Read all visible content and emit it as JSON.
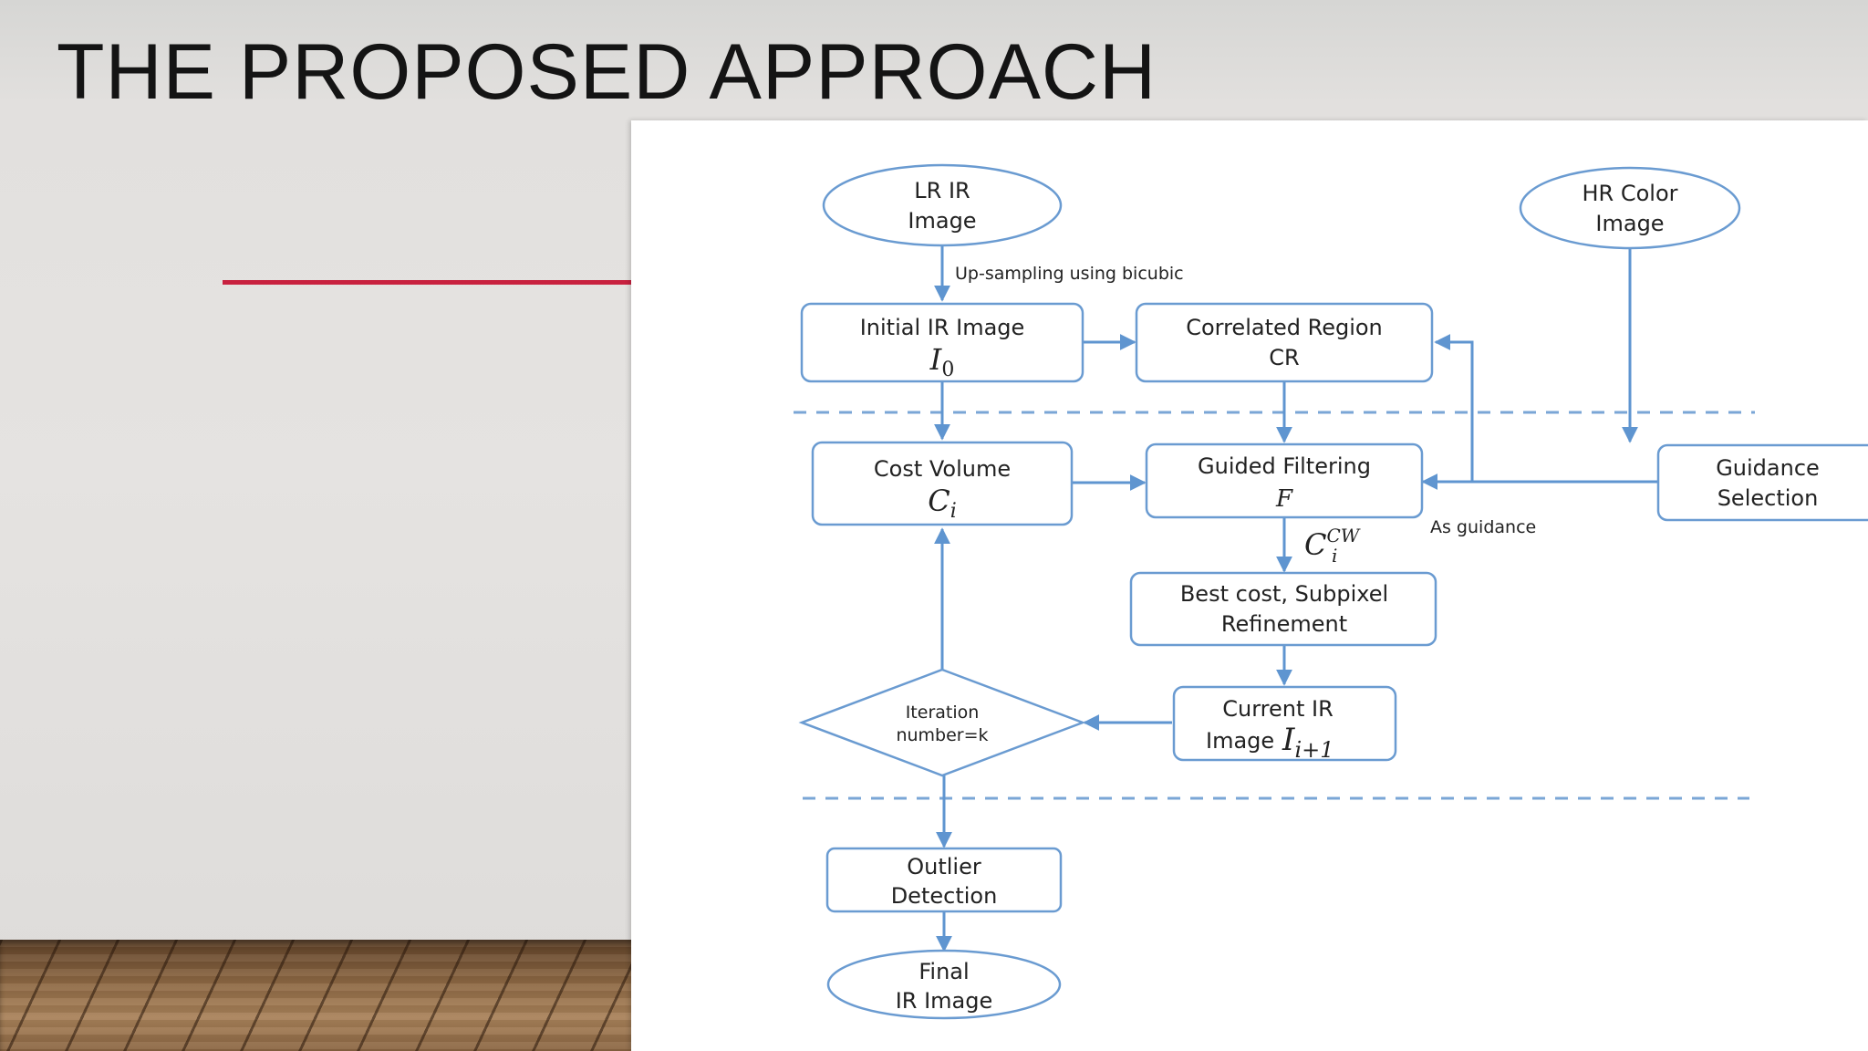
{
  "slide": {
    "title": "THE PROPOSED APPROACH",
    "accent_color": "#c8213f",
    "panel_background": "#ffffff"
  },
  "flowchart": {
    "nodes": {
      "lr_ir_image": {
        "line1": "LR IR",
        "line2": "Image"
      },
      "hr_color_image": {
        "line1": "HR Color",
        "line2": "Image"
      },
      "initial_ir_image": {
        "line1": "Initial IR Image",
        "symbol": "I",
        "subscript": "0"
      },
      "correlated_region": {
        "line1": "Correlated Region",
        "line2": "CR"
      },
      "cost_volume": {
        "line1": "Cost Volume",
        "symbol": "C",
        "subscript": "i"
      },
      "guided_filtering": {
        "line1": "Guided Filtering",
        "line2": "F"
      },
      "guidance_selection": {
        "line1": "Guidance",
        "line2": "Selection"
      },
      "best_cost": {
        "line1": "Best cost, Subpixel",
        "line2": "Refinement"
      },
      "current_ir_image": {
        "line1": "Current IR",
        "prefix": "Image",
        "symbol": "I",
        "subscript": "i+1"
      },
      "iteration_check": {
        "line1": "Iteration",
        "line2": "number=k"
      },
      "outlier_detection": {
        "line1": "Outlier",
        "line2": "Detection"
      },
      "final_ir_image": {
        "line1": "Final",
        "line2": "IR Image"
      }
    },
    "edge_labels": {
      "upsampling": "Up-sampling using bicubic",
      "as_guidance": "As guidance",
      "cost_weighted": {
        "symbol": "C",
        "subscript": "i",
        "superscript": "CW"
      }
    },
    "colors": {
      "stroke": "#6a9bd1",
      "arrow": "#5f95d0",
      "dashed_separator": "#7aa6d6"
    }
  }
}
